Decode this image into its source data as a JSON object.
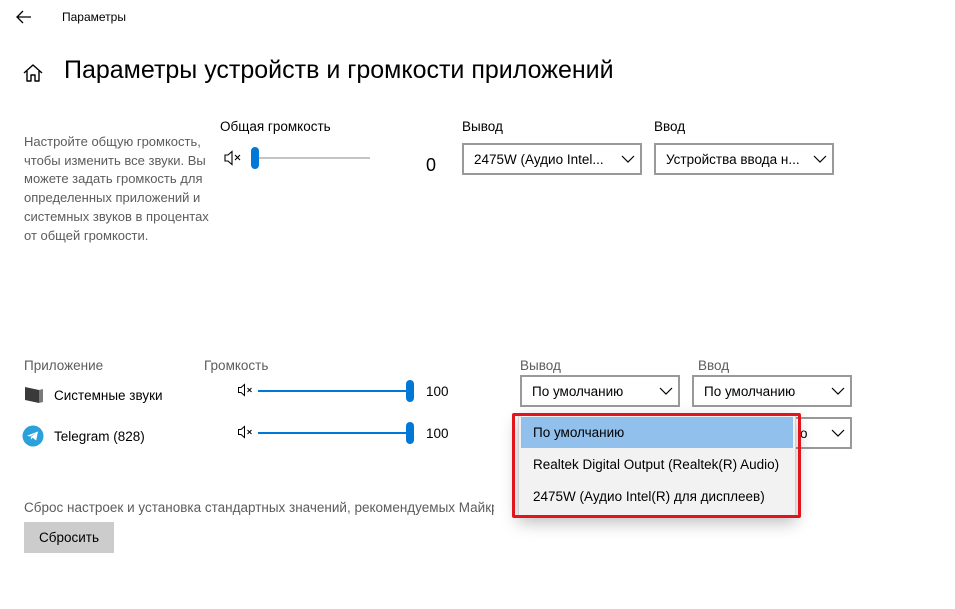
{
  "window": {
    "title": "Параметры"
  },
  "page": {
    "title": "Параметры устройств и громкости приложений",
    "description": "Настройте общую громкость, чтобы изменить все звуки. Вы можете задать громкость для определенных приложений и системных звуков в процентах от общей громкости."
  },
  "master": {
    "volume_label": "Общая громкость",
    "volume_value": "0",
    "volume_level_percent": 0,
    "output_label": "Вывод",
    "output_value": "2475W (Аудио Intel...",
    "input_label": "Ввод",
    "input_value": "Устройства ввода н..."
  },
  "apps": {
    "headers": {
      "app": "Приложение",
      "volume": "Громкость",
      "output": "Вывод",
      "input": "Ввод"
    },
    "rows": [
      {
        "name": "Системные звуки",
        "icon": "system-sounds-icon",
        "volume": "100",
        "volume_level_percent": 100,
        "output": "По умолчанию",
        "input": "По умолчанию"
      },
      {
        "name": "Telegram (828)",
        "icon": "telegram-icon",
        "volume": "100",
        "volume_level_percent": 100,
        "output": "",
        "input": "о"
      }
    ]
  },
  "dropdown_menu": {
    "options": [
      "По умолчанию",
      "Realtek Digital Output (Realtek(R) Audio)",
      "2475W (Аудио Intel(R) для дисплеев)"
    ],
    "selected": "По умолчанию"
  },
  "reset": {
    "text": "Сброс настроек и установка стандартных значений, рекомендуемых Майкро",
    "button": "Сбросить"
  },
  "colors": {
    "accent": "#0078d7",
    "highlight": "#e0161c",
    "selected_option": "#91c0ec"
  }
}
